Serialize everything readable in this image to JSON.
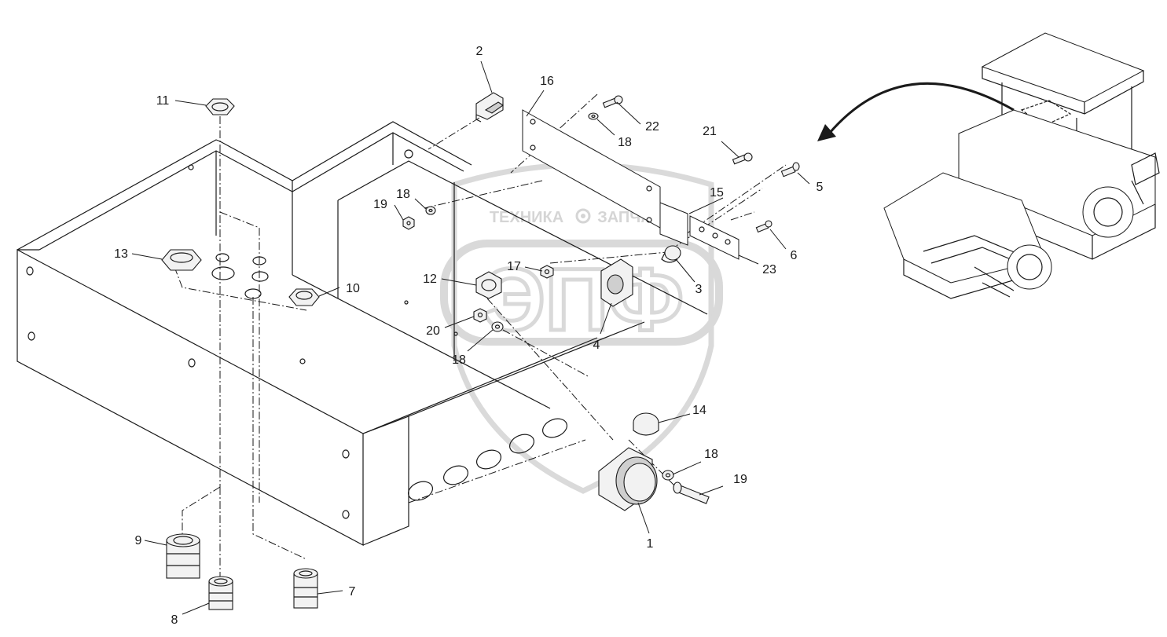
{
  "watermark": {
    "text_left": "ТЕХНИКА",
    "text_right": "ЗАПЧАСТИ",
    "logo_text": "ЭПФ"
  },
  "callouts": [
    {
      "id": "c1",
      "text": "1"
    },
    {
      "id": "c2",
      "text": "2"
    },
    {
      "id": "c3",
      "text": "3"
    },
    {
      "id": "c4",
      "text": "4"
    },
    {
      "id": "c5",
      "text": "5"
    },
    {
      "id": "c6",
      "text": "6"
    },
    {
      "id": "c7",
      "text": "7"
    },
    {
      "id": "c8",
      "text": "8"
    },
    {
      "id": "c9",
      "text": "9"
    },
    {
      "id": "c10",
      "text": "10"
    },
    {
      "id": "c11",
      "text": "11"
    },
    {
      "id": "c12",
      "text": "12"
    },
    {
      "id": "c13",
      "text": "13"
    },
    {
      "id": "c14",
      "text": "14"
    },
    {
      "id": "c15",
      "text": "15"
    },
    {
      "id": "c16",
      "text": "16"
    },
    {
      "id": "c17",
      "text": "17"
    },
    {
      "id": "c18a",
      "text": "18"
    },
    {
      "id": "c18b",
      "text": "18"
    },
    {
      "id": "c18c",
      "text": "18"
    },
    {
      "id": "c18d",
      "text": "18"
    },
    {
      "id": "c19a",
      "text": "19"
    },
    {
      "id": "c19b",
      "text": "19"
    },
    {
      "id": "c20",
      "text": "20"
    },
    {
      "id": "c21",
      "text": "21"
    },
    {
      "id": "c22",
      "text": "22"
    },
    {
      "id": "c23",
      "text": "23"
    }
  ],
  "icons": {
    "machine": "asphalt-paver-icon",
    "arrow": "location-arrow-icon",
    "gear": "gear-icon"
  }
}
